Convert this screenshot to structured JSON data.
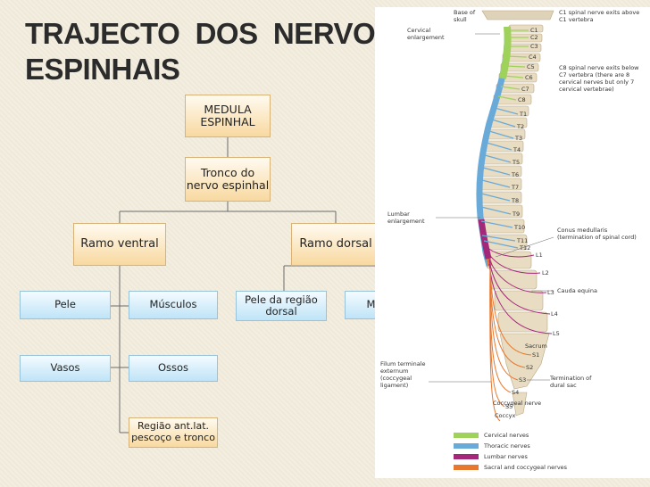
{
  "slide": {
    "title_line1": "TRAJECTO  DOS  NERVOS",
    "title_line2": "ESPINHAIS"
  },
  "flowchart": {
    "root": "MEDULA ESPINHAL",
    "trunk": "Tronco do nervo espinhal",
    "ventral": "Ramo ventral",
    "dorsal": "Ramo dorsal",
    "ventral_children": [
      "Pele",
      "Músculos",
      "Vasos",
      "Ossos",
      "Região ant.lat. pescoço e tronco"
    ],
    "dorsal_children": [
      "Pele da região dorsal",
      "Músculos"
    ]
  },
  "figure": {
    "vertebra_labels": [
      "C1",
      "C2",
      "C3",
      "C4",
      "C5",
      "C6",
      "C7",
      "C8",
      "T1",
      "T2",
      "T3",
      "T4",
      "T5",
      "T6",
      "T7",
      "T8",
      "T9",
      "T10",
      "T11",
      "T12",
      "L1",
      "L2",
      "L3",
      "L4",
      "L5",
      "S1",
      "S2",
      "S3",
      "S4",
      "S5"
    ],
    "annotations": {
      "skull": "Base of skull",
      "cervical_enlargement": "Cervical enlargement",
      "c1_note": "C1 spinal nerve exits above C1 vertebra",
      "c8_note": "C8 spinal nerve exits below C7 vertebra (there are 8 cervical nerves but only 7 cervical vertebrae)",
      "lumbar_enlargement": "Lumbar enlargement",
      "conus": "Conus medullaris (termination of spinal cord)",
      "cauda": "Cauda equina",
      "sacrum": "Sacrum",
      "filum": "Filum terminale externum (coccygeal ligament)",
      "dural_sac": "Termination of dural sac",
      "coccygeal_nerve": "Coccygeal nerve",
      "coccyx": "Coccyx"
    },
    "legend": [
      {
        "label": "Cervical nerves",
        "color": "#9fd25a"
      },
      {
        "label": "Thoracic nerves",
        "color": "#6aaad8"
      },
      {
        "label": "Lumbar nerves",
        "color": "#a4287a"
      },
      {
        "label": "Sacral and coccygeal nerves",
        "color": "#e8782f"
      }
    ]
  }
}
